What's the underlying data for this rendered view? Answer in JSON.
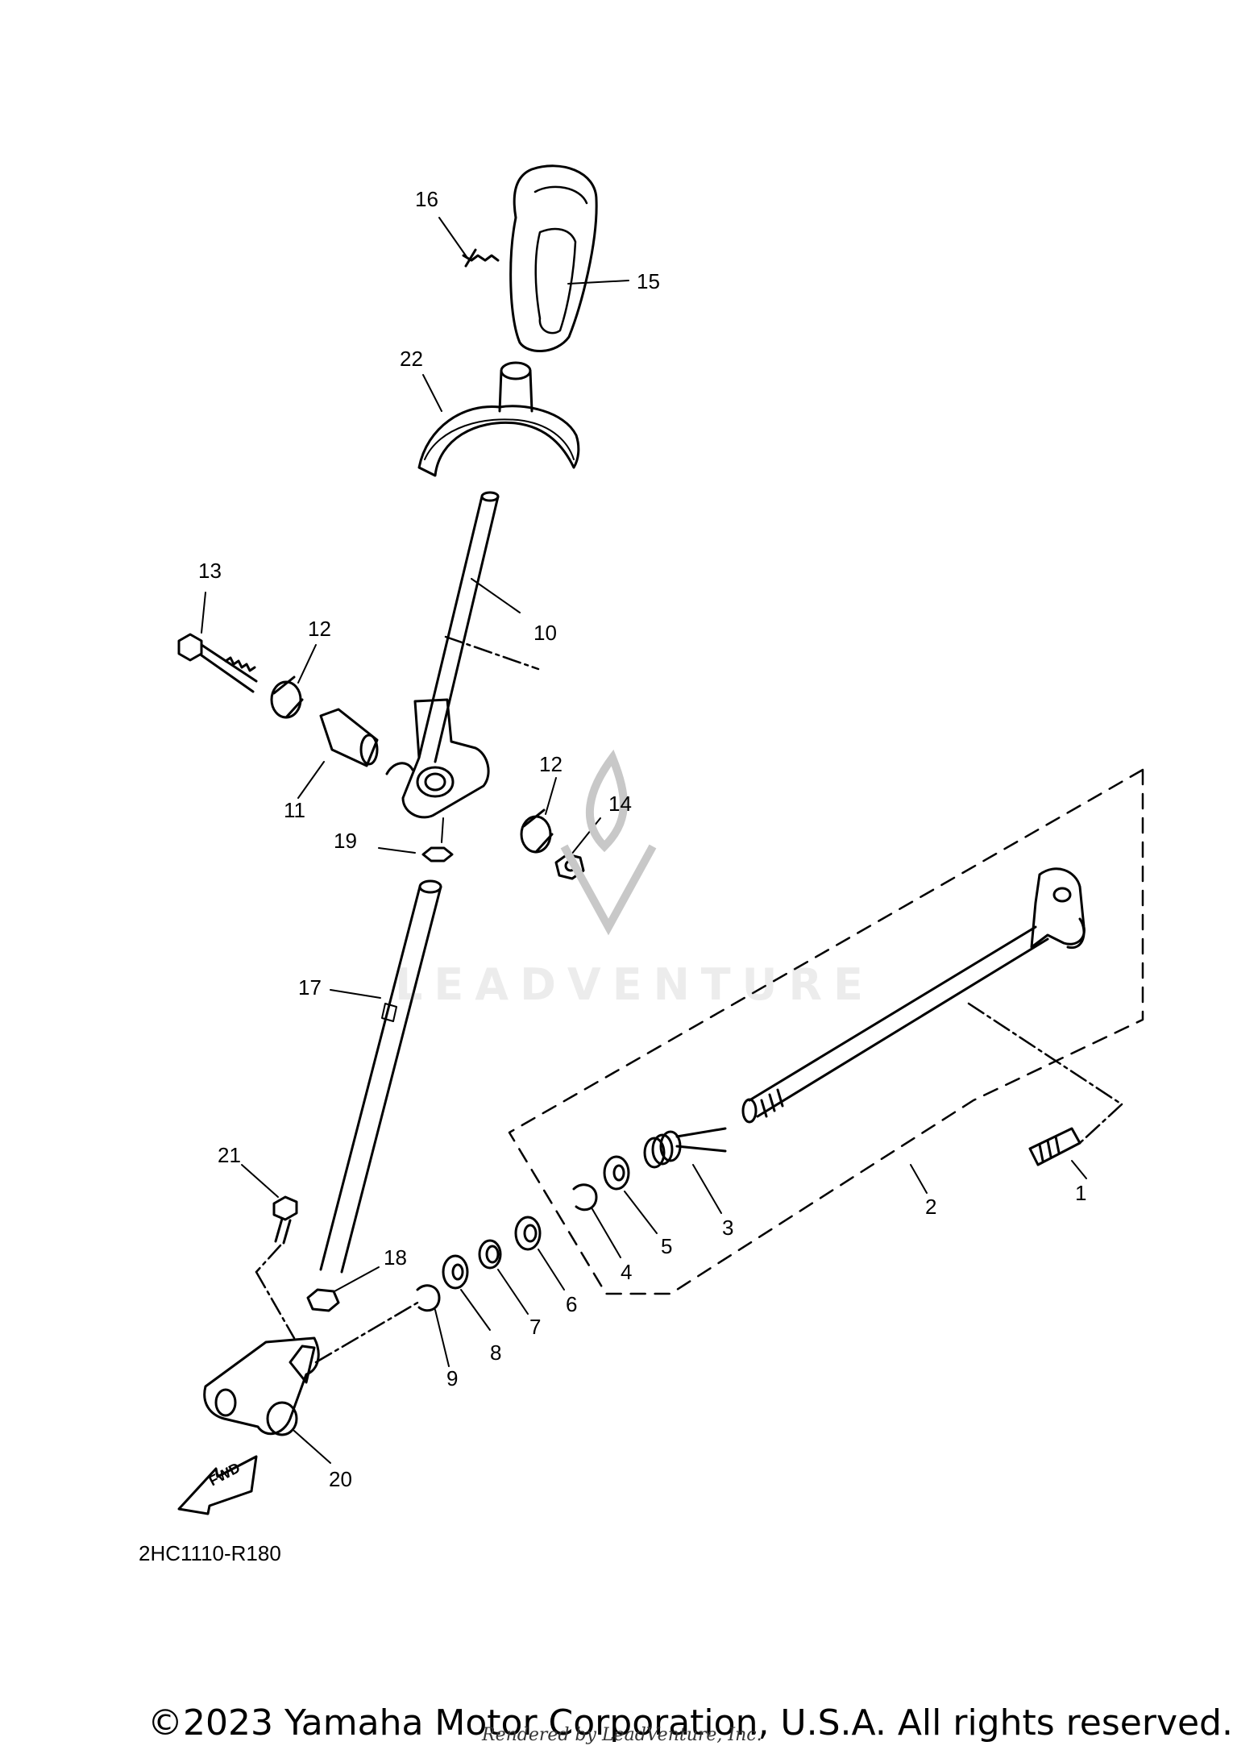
{
  "callouts": [
    "1",
    "2",
    "3",
    "4",
    "5",
    "6",
    "7",
    "8",
    "9",
    "10",
    "11",
    "12",
    "12",
    "13",
    "14",
    "15",
    "16",
    "17",
    "18",
    "19",
    "20",
    "21",
    "22"
  ],
  "direction_arrow_label": "FWD",
  "drawing_code": "2HC1110-R180",
  "copyright": "©2023 Yamaha Motor Corporation, U.S.A. All rights reserved.",
  "render_credit": "Rendered by LeadVenture, Inc.",
  "watermark_text": "LEADVENTURE",
  "colors": {
    "line": "#000000",
    "background": "#ffffff",
    "watermark": "#c8c8c8"
  }
}
